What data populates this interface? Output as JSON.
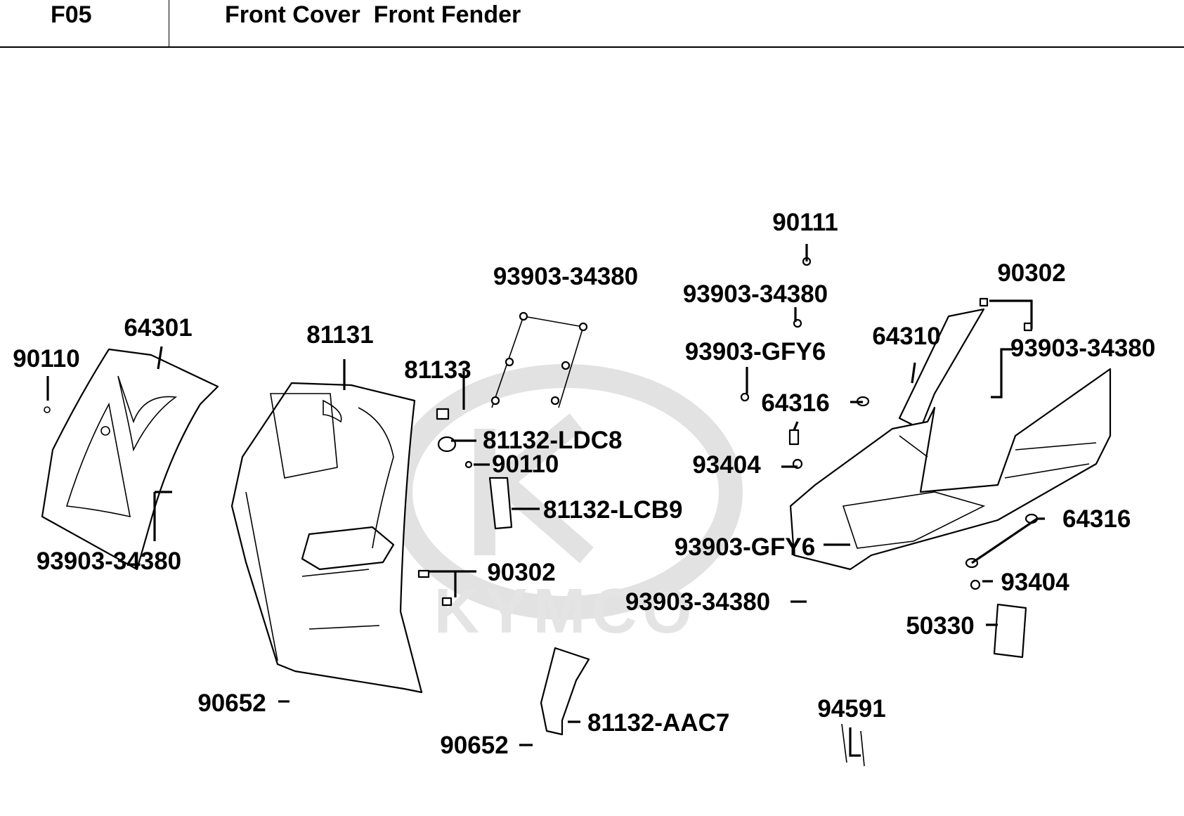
{
  "header": {
    "code": "F05",
    "title": "Front Cover  Front Fender"
  },
  "watermark": {
    "text": "KYMCO",
    "color": "#e2e2e2"
  },
  "labels": [
    {
      "id": "l1",
      "text": "90111"
    },
    {
      "id": "l2",
      "text": "93903-34380"
    },
    {
      "id": "l3",
      "text": "90302"
    },
    {
      "id": "l4",
      "text": "93903-34380"
    },
    {
      "id": "l5",
      "text": "64310"
    },
    {
      "id": "l6",
      "text": "93903-34380"
    },
    {
      "id": "l7",
      "text": "64301"
    },
    {
      "id": "l8",
      "text": "81131"
    },
    {
      "id": "l9",
      "text": "93903-GFY6"
    },
    {
      "id": "l10",
      "text": "90110"
    },
    {
      "id": "l11",
      "text": "81133"
    },
    {
      "id": "l12",
      "text": "64316"
    },
    {
      "id": "l13",
      "text": "81132-LDC8"
    },
    {
      "id": "l14",
      "text": "90110"
    },
    {
      "id": "l15",
      "text": "93404"
    },
    {
      "id": "l16",
      "text": "81132-LCB9"
    },
    {
      "id": "l17",
      "text": "64316"
    },
    {
      "id": "l18",
      "text": "93903-34380"
    },
    {
      "id": "l19",
      "text": "93903-GFY6"
    },
    {
      "id": "l20",
      "text": "90302"
    },
    {
      "id": "l21",
      "text": "93404"
    },
    {
      "id": "l22",
      "text": "93903-34380"
    },
    {
      "id": "l23",
      "text": "50330"
    },
    {
      "id": "l24",
      "text": "90652"
    },
    {
      "id": "l25",
      "text": "94591"
    },
    {
      "id": "l26",
      "text": "81132-AAC7"
    },
    {
      "id": "l27",
      "text": "90652"
    }
  ]
}
